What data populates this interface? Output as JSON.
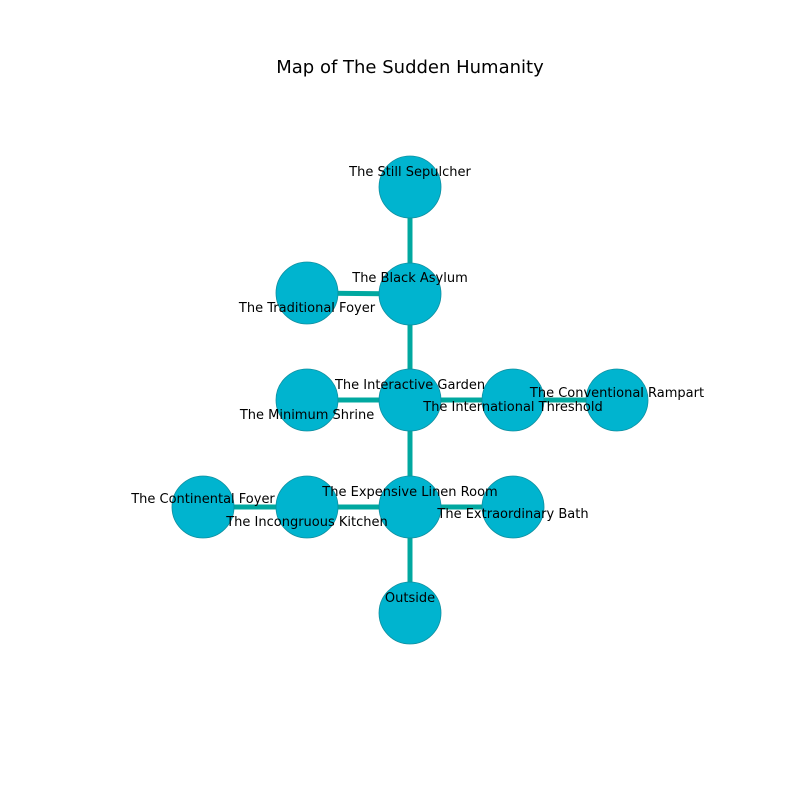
{
  "title": "Map of The Sudden Humanity",
  "colors": {
    "node_fill": "#00b4cf",
    "node_stroke": "#0e8fa0",
    "edge": "#00a8a0",
    "background": "#ffffff",
    "text": "#000000"
  },
  "rooms": [
    {
      "id": "still-sepulcher",
      "name": "The Still Sepulcher"
    },
    {
      "id": "black-asylum",
      "name": "The Black Asylum"
    },
    {
      "id": "traditional-foyer",
      "name": "The Traditional Foyer"
    },
    {
      "id": "interactive-garden",
      "name": "The Interactive Garden"
    },
    {
      "id": "minimum-shrine",
      "name": "The Minimum Shrine"
    },
    {
      "id": "international-threshold",
      "name": "The International Threshold"
    },
    {
      "id": "conventional-rampart",
      "name": "The Conventional Rampart"
    },
    {
      "id": "expensive-linen-room",
      "name": "The Expensive Linen Room"
    },
    {
      "id": "incongruous-kitchen",
      "name": "The Incongruous Kitchen"
    },
    {
      "id": "continental-foyer",
      "name": "The Continental Foyer"
    },
    {
      "id": "extraordinary-bath",
      "name": "The Extraordinary Bath"
    },
    {
      "id": "outside",
      "name": "Outside"
    }
  ],
  "connections": [
    [
      "still-sepulcher",
      "black-asylum"
    ],
    [
      "black-asylum",
      "traditional-foyer"
    ],
    [
      "black-asylum",
      "interactive-garden"
    ],
    [
      "interactive-garden",
      "minimum-shrine"
    ],
    [
      "interactive-garden",
      "international-threshold"
    ],
    [
      "international-threshold",
      "conventional-rampart"
    ],
    [
      "interactive-garden",
      "expensive-linen-room"
    ],
    [
      "expensive-linen-room",
      "incongruous-kitchen"
    ],
    [
      "incongruous-kitchen",
      "continental-foyer"
    ],
    [
      "expensive-linen-room",
      "extraordinary-bath"
    ],
    [
      "expensive-linen-room",
      "outside"
    ]
  ]
}
